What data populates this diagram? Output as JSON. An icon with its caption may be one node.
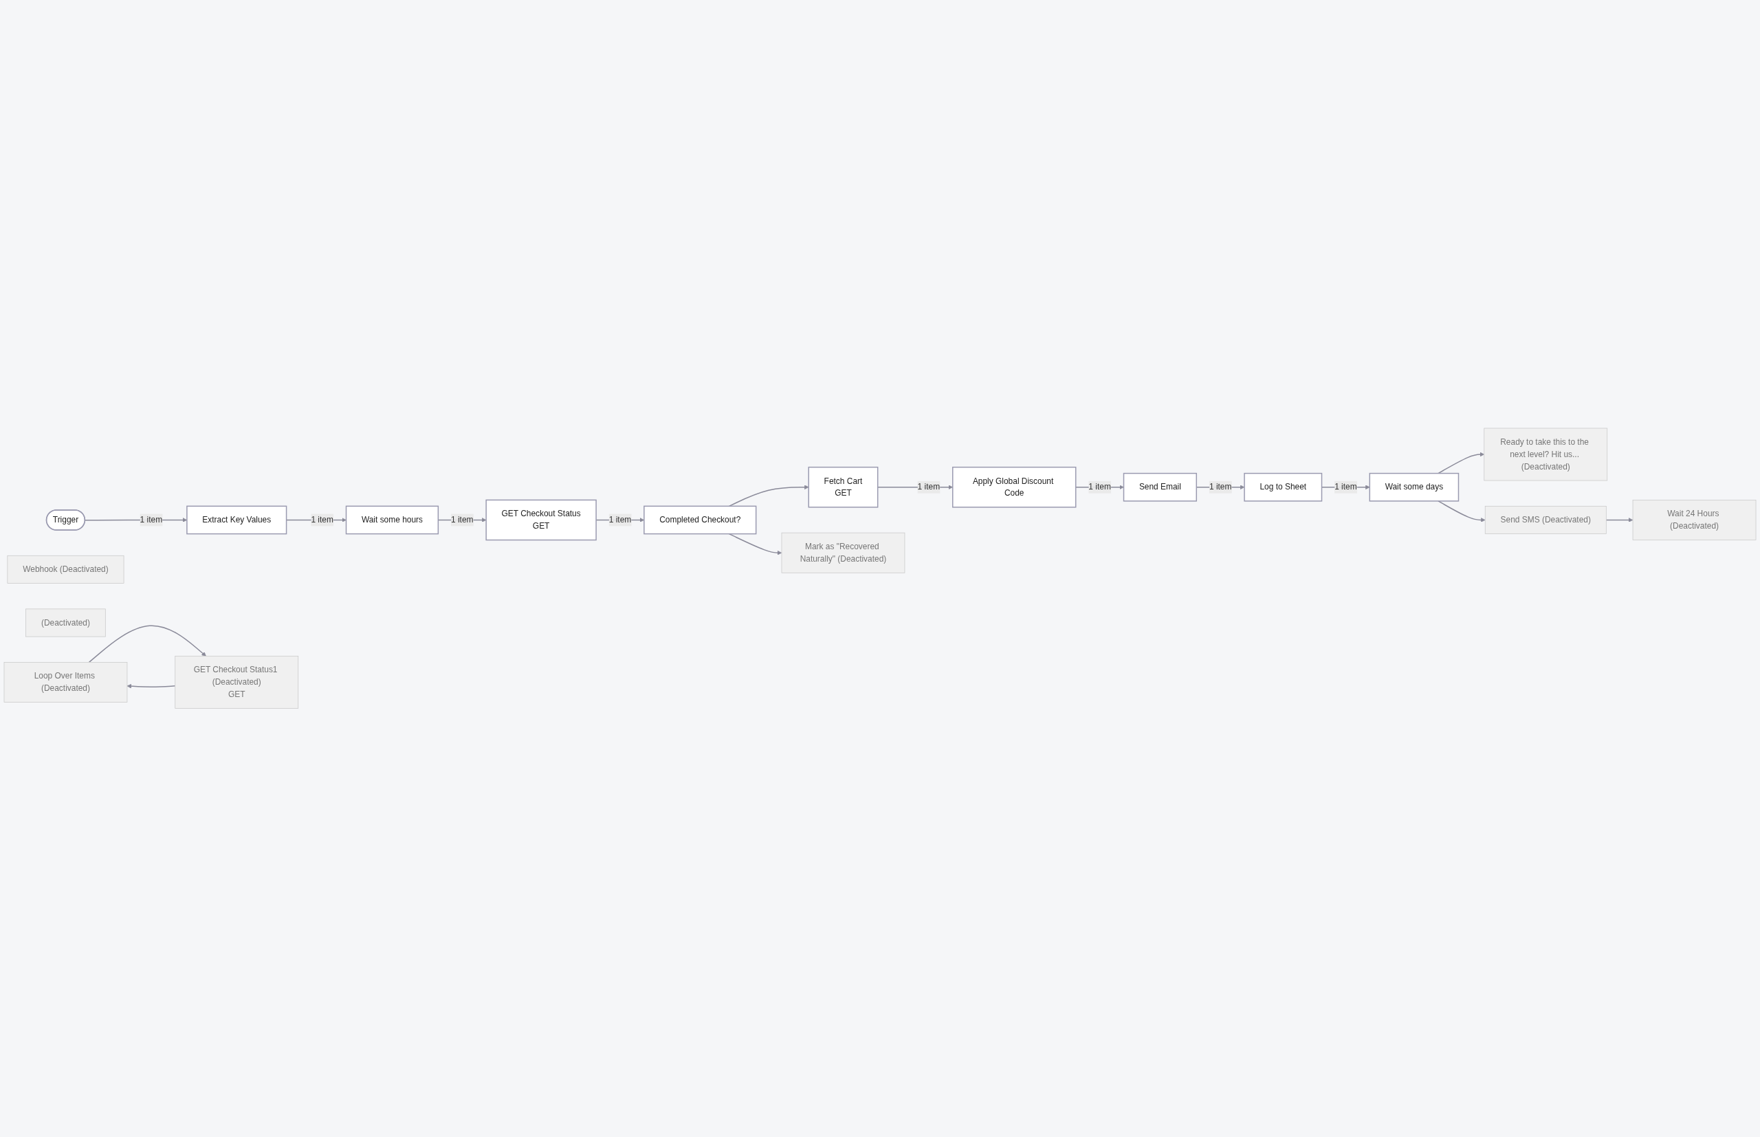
{
  "diagram": {
    "nodes": [
      {
        "text": [
          "Trigger"
        ]
      },
      {
        "text": [
          "Extract Key Values"
        ]
      },
      {
        "text": [
          "Wait some hours"
        ]
      },
      {
        "text": [
          "GET Checkout Status",
          "GET"
        ]
      },
      {
        "text": [
          "Completed Checkout?"
        ]
      },
      {
        "text": [
          "Fetch Cart",
          "GET"
        ]
      },
      {
        "text": [
          "Apply Global Discount Code"
        ]
      },
      {
        "text": [
          "Send Email"
        ]
      },
      {
        "text": [
          "Log to Sheet"
        ]
      },
      {
        "text": [
          "Wait some days"
        ]
      },
      {
        "text": [
          "Ready to take this to the next level? Hit us... (Deactivated)"
        ]
      },
      {
        "text": [
          "Webhook (Deactivated)"
        ]
      },
      {
        "text": [
          "Mark as \"Recovered Naturally\" (Deactivated)"
        ]
      },
      {
        "text": [
          "(Deactivated)"
        ]
      },
      {
        "text": [
          "Send SMS (Deactivated)"
        ]
      },
      {
        "text": [
          "Wait 24 Hours (Deactivated)"
        ]
      },
      {
        "text": [
          "Loop Over Items (Deactivated)"
        ]
      },
      {
        "text": [
          "GET Checkout Status1 (Deactivated)",
          "GET"
        ]
      }
    ],
    "edges": [
      {
        "from": 0,
        "to": 1,
        "arrow": "to",
        "label": "1 item"
      },
      {
        "from": 1,
        "to": 2,
        "arrow": "to",
        "label": "1 item"
      },
      {
        "from": 2,
        "to": 3,
        "arrow": "to",
        "label": "1 item"
      },
      {
        "from": 3,
        "to": 4,
        "arrow": "to",
        "label": "1 item"
      },
      {
        "from": 4,
        "to": 5,
        "arrow": "to"
      },
      {
        "from": 4,
        "to": 12,
        "arrow": "to"
      },
      {
        "from": 5,
        "to": 6,
        "arrow": "to",
        "label": "1 item"
      },
      {
        "from": 6,
        "to": 7,
        "arrow": "to",
        "label": "1 item"
      },
      {
        "from": 7,
        "to": 8,
        "arrow": "to",
        "label": "1 item"
      },
      {
        "from": 8,
        "to": 9,
        "arrow": "to",
        "label": "1 item"
      },
      {
        "from": 9,
        "to": 10,
        "arrow": "to"
      },
      {
        "from": 9,
        "to": 14,
        "arrow": "to"
      },
      {
        "from": 14,
        "to": 15,
        "arrow": "to"
      },
      {
        "from": 16,
        "to": 17,
        "arrow": "to"
      },
      {
        "from": 17,
        "to": 16,
        "arrow": "to"
      }
    ]
  }
}
